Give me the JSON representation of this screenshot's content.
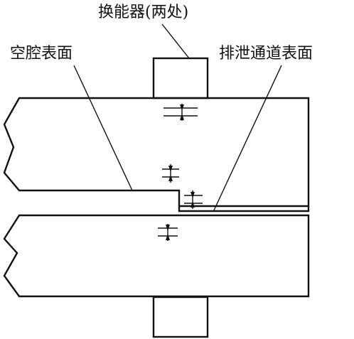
{
  "labels": {
    "transducer": "换能器(两处)",
    "cavity_surface": "空腔表面",
    "vent_surface": "排泄通道表面"
  },
  "colors": {
    "line": "#111111",
    "background": "#ffffff"
  }
}
